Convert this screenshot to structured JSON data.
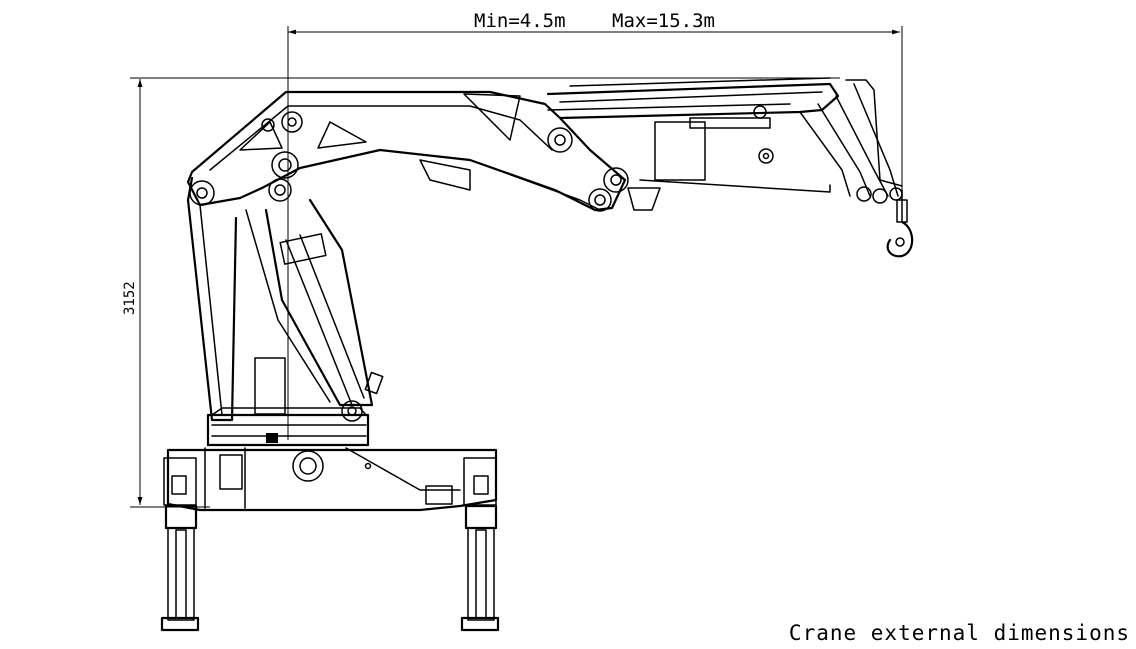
{
  "dimensions": {
    "reach_min": "Min=4.5m",
    "reach_max": "Max=15.3m",
    "height": "3152"
  },
  "caption": "Crane external dimensions"
}
